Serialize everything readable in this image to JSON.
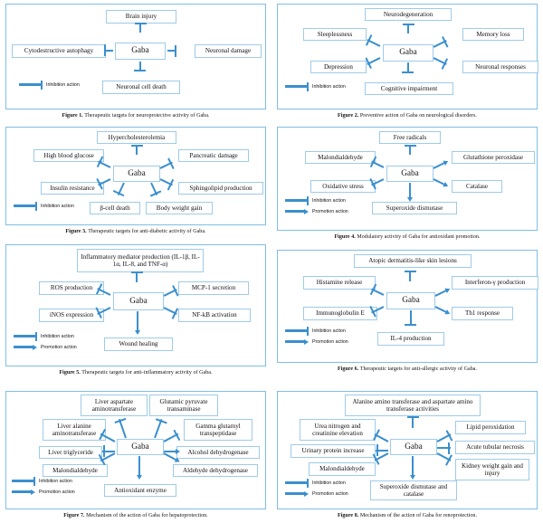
{
  "document": {
    "title": "Therapeutic and protective actions of Gaba — eight mechanism diagrams",
    "center_label": "Gaba",
    "legend": {
      "inhibition": "Inhibition action",
      "promotion": "Promotion action"
    },
    "colors": {
      "panel_border": "#7fbee5",
      "node_border": "#9ecbe8",
      "connector": "#3b8fce",
      "background": "#ffffff",
      "text": "#111111"
    }
  },
  "figures": [
    {
      "id": "figure-1",
      "number": "Figure 1.",
      "caption": "Therapeutic targets for neuroprotective activity of Gaba.",
      "center": "Gaba",
      "legend": [
        "inhibition"
      ],
      "nodes": [
        {
          "label": "Brain injury",
          "relation": "inhibition"
        },
        {
          "label": "Cytodestructive autophagy",
          "relation": "inhibition"
        },
        {
          "label": "Neuronal damage",
          "relation": "inhibition"
        },
        {
          "label": "Neuronal cell death",
          "relation": "inhibition"
        }
      ]
    },
    {
      "id": "figure-2",
      "number": "Figure 2.",
      "caption": "Preventive action of Gaba on neurological disorders.",
      "center": "Gaba",
      "legend": [
        "inhibition"
      ],
      "nodes": [
        {
          "label": "Neurodegeneration",
          "relation": "inhibition"
        },
        {
          "label": "Sleeplessness",
          "relation": "inhibition"
        },
        {
          "label": "Memory loss",
          "relation": "inhibition"
        },
        {
          "label": "Depression",
          "relation": "inhibition"
        },
        {
          "label": "Neuronal responses",
          "relation": "inhibition"
        },
        {
          "label": "Cognitive impairment",
          "relation": "inhibition"
        }
      ]
    },
    {
      "id": "figure-3",
      "number": "Figure 3.",
      "caption": "Therapeutic targets for anti-diabetic activity of Gaba.",
      "center": "Gaba",
      "legend": [
        "inhibition"
      ],
      "nodes": [
        {
          "label": "Hypercholesterolemia",
          "relation": "inhibition"
        },
        {
          "label": "High blood glucose",
          "relation": "inhibition"
        },
        {
          "label": "Pancreatic damage",
          "relation": "inhibition"
        },
        {
          "label": "Insulin resistance",
          "relation": "inhibition"
        },
        {
          "label": "Sphingolipid production",
          "relation": "inhibition"
        },
        {
          "label": "β-cell death",
          "relation": "inhibition"
        },
        {
          "label": "Body weight gain",
          "relation": "inhibition"
        }
      ]
    },
    {
      "id": "figure-4",
      "number": "Figure 4.",
      "caption": "Modulatory activity of Gaba for antioxidant promotion.",
      "center": "Gaba",
      "legend": [
        "inhibition",
        "promotion"
      ],
      "nodes": [
        {
          "label": "Free radicals",
          "relation": "inhibition"
        },
        {
          "label": "Malondialdehyde",
          "relation": "inhibition"
        },
        {
          "label": "Glutathione peroxidase",
          "relation": "promotion"
        },
        {
          "label": "Oxidative stress",
          "relation": "inhibition"
        },
        {
          "label": "Catalase",
          "relation": "promotion"
        },
        {
          "label": "Superoxide dismutase",
          "relation": "promotion"
        }
      ]
    },
    {
      "id": "figure-5",
      "number": "Figure 5.",
      "caption": "Therapeutic targets for anti-inflammatory activity of Gaba.",
      "center": "Gaba",
      "legend": [
        "inhibition",
        "promotion"
      ],
      "nodes": [
        {
          "label": "Inflammatory mediator production (IL-1β, IL-1α, IL-8, and TNF-α)",
          "relation": "inhibition"
        },
        {
          "label": "ROS production",
          "relation": "inhibition"
        },
        {
          "label": "MCP-1 secretion",
          "relation": "inhibition"
        },
        {
          "label": "iNOS expression",
          "relation": "inhibition"
        },
        {
          "label": "NF-kB activation",
          "relation": "inhibition"
        },
        {
          "label": "Wound healing",
          "relation": "promotion"
        }
      ]
    },
    {
      "id": "figure-6",
      "number": "Figure 6.",
      "caption": "Therapeutic targets for anti-allergic activity of Gaba.",
      "center": "Gaba",
      "legend": [
        "inhibition",
        "promotion"
      ],
      "nodes": [
        {
          "label": "Atopic dermatitis-like skin lesions",
          "relation": "inhibition"
        },
        {
          "label": "Histamine release",
          "relation": "inhibition"
        },
        {
          "label": "Interferon-γ production",
          "relation": "promotion"
        },
        {
          "label": "Immunoglobulin E",
          "relation": "inhibition"
        },
        {
          "label": "Th1 response",
          "relation": "promotion"
        },
        {
          "label": "IL-4 production",
          "relation": "inhibition"
        }
      ]
    },
    {
      "id": "figure-7",
      "number": "Figure 7.",
      "caption": "Mechanism of the action of Gaba for hepatoprotection.",
      "center": "Gaba",
      "legend": [
        "inhibition",
        "promotion"
      ],
      "nodes": [
        {
          "label": "Liver aspartate aminotransferase",
          "relation": "inhibition"
        },
        {
          "label": "Glutamic pyruvate transaminase",
          "relation": "inhibition"
        },
        {
          "label": "Liver alanine aminotransferase",
          "relation": "inhibition"
        },
        {
          "label": "Gamma glutamyl transpeptidase",
          "relation": "inhibition"
        },
        {
          "label": "Liver triglyceride",
          "relation": "inhibition"
        },
        {
          "label": "Alcohol dehydrogenase",
          "relation": "promotion"
        },
        {
          "label": "Malondialdehyde",
          "relation": "inhibition"
        },
        {
          "label": "Aldehyde dehydrogenase",
          "relation": "promotion"
        },
        {
          "label": "Antioxidant enzyme",
          "relation": "promotion"
        }
      ]
    },
    {
      "id": "figure-8",
      "number": "Figure 8.",
      "caption": "Mechanism of the action of Gaba for renoprotection.",
      "center": "Gaba",
      "legend": [
        "inhibition",
        "promotion"
      ],
      "nodes": [
        {
          "label": "Alanine amino transferase and aspartate amino transferase activities",
          "relation": "inhibition"
        },
        {
          "label": "Urea nitrogen and creatinine elevation",
          "relation": "inhibition"
        },
        {
          "label": "Lipid peroxidation",
          "relation": "inhibition"
        },
        {
          "label": "Urinary protein increase",
          "relation": "inhibition"
        },
        {
          "label": "Acute tubular necrosis",
          "relation": "inhibition"
        },
        {
          "label": "Malondialdehyde",
          "relation": "inhibition"
        },
        {
          "label": "Kidney weight gain and injury",
          "relation": "inhibition"
        },
        {
          "label": "Superoxide dismutase and catalase",
          "relation": "promotion"
        }
      ]
    }
  ]
}
